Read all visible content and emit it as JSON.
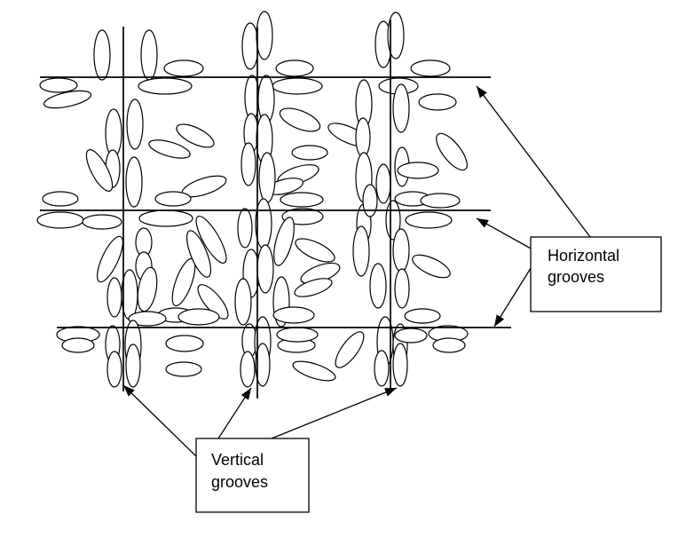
{
  "diagram": {
    "labels": {
      "horizontal": [
        "Horizontal",
        "grooves"
      ],
      "vertical": [
        "Vertical",
        "grooves"
      ]
    },
    "colors": {
      "stroke": "#000000",
      "fill": "#ffffff",
      "background": "#ffffff"
    }
  }
}
